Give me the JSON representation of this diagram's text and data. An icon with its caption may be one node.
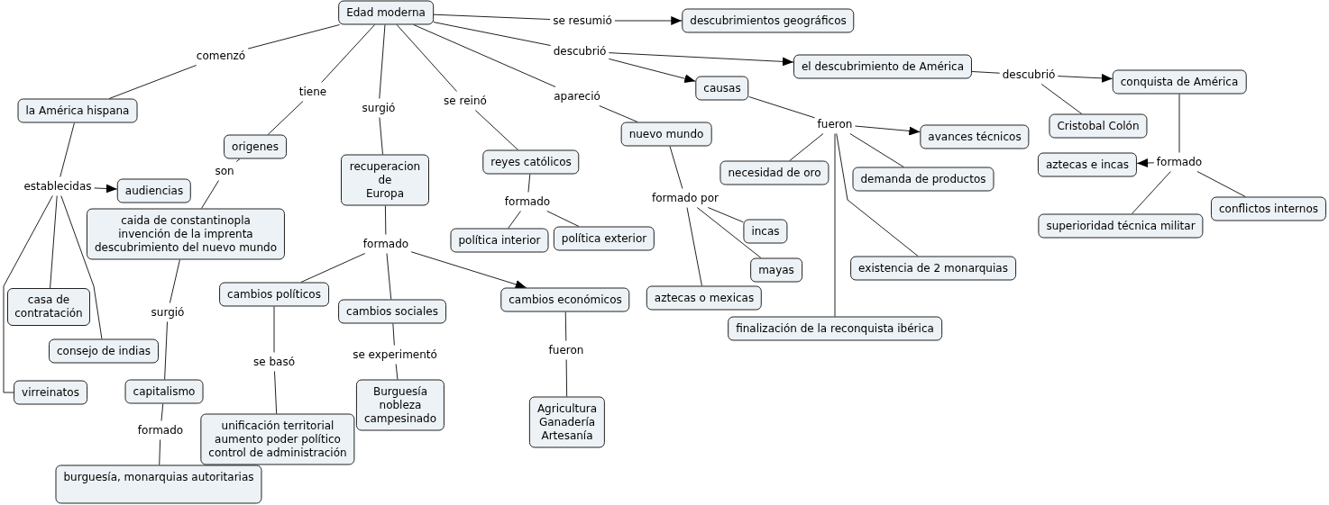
{
  "diagram": {
    "nodes": [
      {
        "text": [
          "Edad moderna"
        ]
      },
      {
        "text": [
          "descubrimientos geográficos"
        ]
      },
      {
        "text": [
          "se resumió"
        ]
      },
      {
        "text": [
          "descubrió"
        ]
      },
      {
        "text": [
          "comenzó"
        ]
      },
      {
        "text": [
          "el descubrimiento de América"
        ]
      },
      {
        "text": [
          "conquista de América"
        ]
      },
      {
        "text": [
          "descubrió"
        ]
      },
      {
        "text": [
          "causas"
        ]
      },
      {
        "text": [
          "tiene"
        ]
      },
      {
        "text": [
          "apareció"
        ]
      },
      {
        "text": [
          "la América hispana"
        ]
      },
      {
        "text": [
          "se reinó"
        ]
      },
      {
        "text": [
          "surgió"
        ]
      },
      {
        "text": [
          "Cristobal Colón"
        ]
      },
      {
        "text": [
          "nuevo mundo"
        ]
      },
      {
        "text": [
          "fueron"
        ]
      },
      {
        "text": [
          "avances técnicos"
        ]
      },
      {
        "text": [
          "origenes"
        ]
      },
      {
        "text": [
          "reyes católicos"
        ]
      },
      {
        "text": [
          "recuperacion de Europa"
        ]
      },
      {
        "text": [
          "aztecas e incas"
        ]
      },
      {
        "text": [
          "formado"
        ]
      },
      {
        "text": [
          "necesidad de oro"
        ]
      },
      {
        "text": [
          "son"
        ]
      },
      {
        "text": [
          "demanda de productos"
        ]
      },
      {
        "text": [
          "establecidas"
        ]
      },
      {
        "text": [
          "audiencias"
        ]
      },
      {
        "text": [
          "formado por"
        ]
      },
      {
        "text": [
          "conflictos internos"
        ]
      },
      {
        "text": [
          "formado"
        ]
      },
      {
        "text": [
          "caida de constantinopla",
          "invención de la imprenta",
          "descubrimiento del nuevo mundo"
        ]
      },
      {
        "text": [
          "superioridad técnica militar"
        ]
      },
      {
        "text": [
          "incas"
        ]
      },
      {
        "text": [
          "política exterior"
        ]
      },
      {
        "text": [
          "política interior"
        ]
      },
      {
        "text": [
          "formado"
        ]
      },
      {
        "text": [
          "existencia de 2 monarquias"
        ]
      },
      {
        "text": [
          "mayas"
        ]
      },
      {
        "text": [
          "cambios políticos"
        ]
      },
      {
        "text": [
          "aztecas o mexicas"
        ]
      },
      {
        "text": [
          "cambios económicos"
        ]
      },
      {
        "text": [
          "casa de contratación"
        ]
      },
      {
        "text": [
          "cambios sociales"
        ]
      },
      {
        "text": [
          "surgió"
        ]
      },
      {
        "text": [
          "finalización de la reconquista ibérica"
        ]
      },
      {
        "text": [
          "consejo de indias"
        ]
      },
      {
        "text": [
          "fueron"
        ]
      },
      {
        "text": [
          "se experimentó"
        ]
      },
      {
        "text": [
          "se basó"
        ]
      },
      {
        "text": [
          "Burguesía",
          "nobleza",
          "campesinado"
        ]
      },
      {
        "text": [
          "capitalismo"
        ]
      },
      {
        "text": [
          "virreinatos"
        ]
      },
      {
        "text": [
          "Agricultura",
          "Ganadería",
          "Artesanía"
        ]
      },
      {
        "text": [
          "unificación territorial",
          "aumento poder político",
          "control de administración"
        ]
      },
      {
        "text": [
          "formado"
        ]
      },
      {
        "text": [
          "burguesía, monarquias autoritarias"
        ]
      }
    ],
    "edges": [
      {
        "from": 0,
        "to": 4,
        "arrow": "none"
      },
      {
        "from": 4,
        "to": 11,
        "arrow": "none"
      },
      {
        "from": 0,
        "to": 9,
        "arrow": "none"
      },
      {
        "from": 9,
        "to": 18,
        "arrow": "none"
      },
      {
        "from": 0,
        "to": 13,
        "arrow": "none"
      },
      {
        "from": 13,
        "to": 20,
        "arrow": "none"
      },
      {
        "from": 0,
        "to": 12,
        "arrow": "none"
      },
      {
        "from": 12,
        "to": 19,
        "arrow": "none"
      },
      {
        "from": 0,
        "to": 10,
        "arrow": "none"
      },
      {
        "from": 10,
        "to": 15,
        "arrow": "none"
      },
      {
        "from": 0,
        "to": 2,
        "arrow": "none"
      },
      {
        "from": 2,
        "to": 1,
        "arrow": "to"
      },
      {
        "from": 0,
        "to": 3,
        "arrow": "none"
      },
      {
        "from": 3,
        "to": 5,
        "arrow": "to"
      },
      {
        "from": 3,
        "to": 8,
        "arrow": "to"
      },
      {
        "from": 5,
        "to": 7,
        "arrow": "none"
      },
      {
        "from": 7,
        "to": 6,
        "arrow": "to"
      },
      {
        "from": 7,
        "to": 14,
        "arrow": "none"
      },
      {
        "from": 8,
        "to": 16,
        "arrow": "none"
      },
      {
        "from": 16,
        "to": 17,
        "arrow": "to"
      },
      {
        "from": 16,
        "to": 23,
        "arrow": "none"
      },
      {
        "from": 16,
        "to": 25,
        "arrow": "none"
      },
      {
        "from": 16,
        "to": 37,
        "arrow": "none"
      },
      {
        "from": 16,
        "to": 45,
        "arrow": "none"
      },
      {
        "from": 6,
        "to": 22,
        "arrow": "none"
      },
      {
        "from": 22,
        "to": 21,
        "arrow": "to"
      },
      {
        "from": 22,
        "to": 32,
        "arrow": "none"
      },
      {
        "from": 22,
        "to": 29,
        "arrow": "none"
      },
      {
        "from": 18,
        "to": 24,
        "arrow": "none"
      },
      {
        "from": 24,
        "to": 31,
        "arrow": "none"
      },
      {
        "from": 11,
        "to": 26,
        "arrow": "none"
      },
      {
        "from": 26,
        "to": 27,
        "arrow": "to"
      },
      {
        "from": 26,
        "to": 42,
        "arrow": "none"
      },
      {
        "from": 26,
        "to": 46,
        "arrow": "none"
      },
      {
        "from": 26,
        "to": 52,
        "arrow": "none"
      },
      {
        "from": 31,
        "to": 44,
        "arrow": "none"
      },
      {
        "from": 44,
        "to": 51,
        "arrow": "none"
      },
      {
        "from": 51,
        "to": 55,
        "arrow": "none"
      },
      {
        "from": 55,
        "to": 56,
        "arrow": "none"
      },
      {
        "from": 20,
        "to": 36,
        "arrow": "none"
      },
      {
        "from": 36,
        "to": 39,
        "arrow": "none"
      },
      {
        "from": 36,
        "to": 43,
        "arrow": "none"
      },
      {
        "from": 36,
        "to": 41,
        "arrow": "to"
      },
      {
        "from": 39,
        "to": 49,
        "arrow": "none"
      },
      {
        "from": 49,
        "to": 54,
        "arrow": "none"
      },
      {
        "from": 43,
        "to": 48,
        "arrow": "none"
      },
      {
        "from": 48,
        "to": 50,
        "arrow": "none"
      },
      {
        "from": 41,
        "to": 47,
        "arrow": "none"
      },
      {
        "from": 47,
        "to": 53,
        "arrow": "none"
      },
      {
        "from": 19,
        "to": 30,
        "arrow": "none"
      },
      {
        "from": 30,
        "to": 35,
        "arrow": "none"
      },
      {
        "from": 30,
        "to": 34,
        "arrow": "none"
      },
      {
        "from": 15,
        "to": 28,
        "arrow": "none"
      },
      {
        "from": 28,
        "to": 33,
        "arrow": "none"
      },
      {
        "from": 28,
        "to": 38,
        "arrow": "none"
      },
      {
        "from": 28,
        "to": 40,
        "arrow": "none"
      }
    ]
  }
}
